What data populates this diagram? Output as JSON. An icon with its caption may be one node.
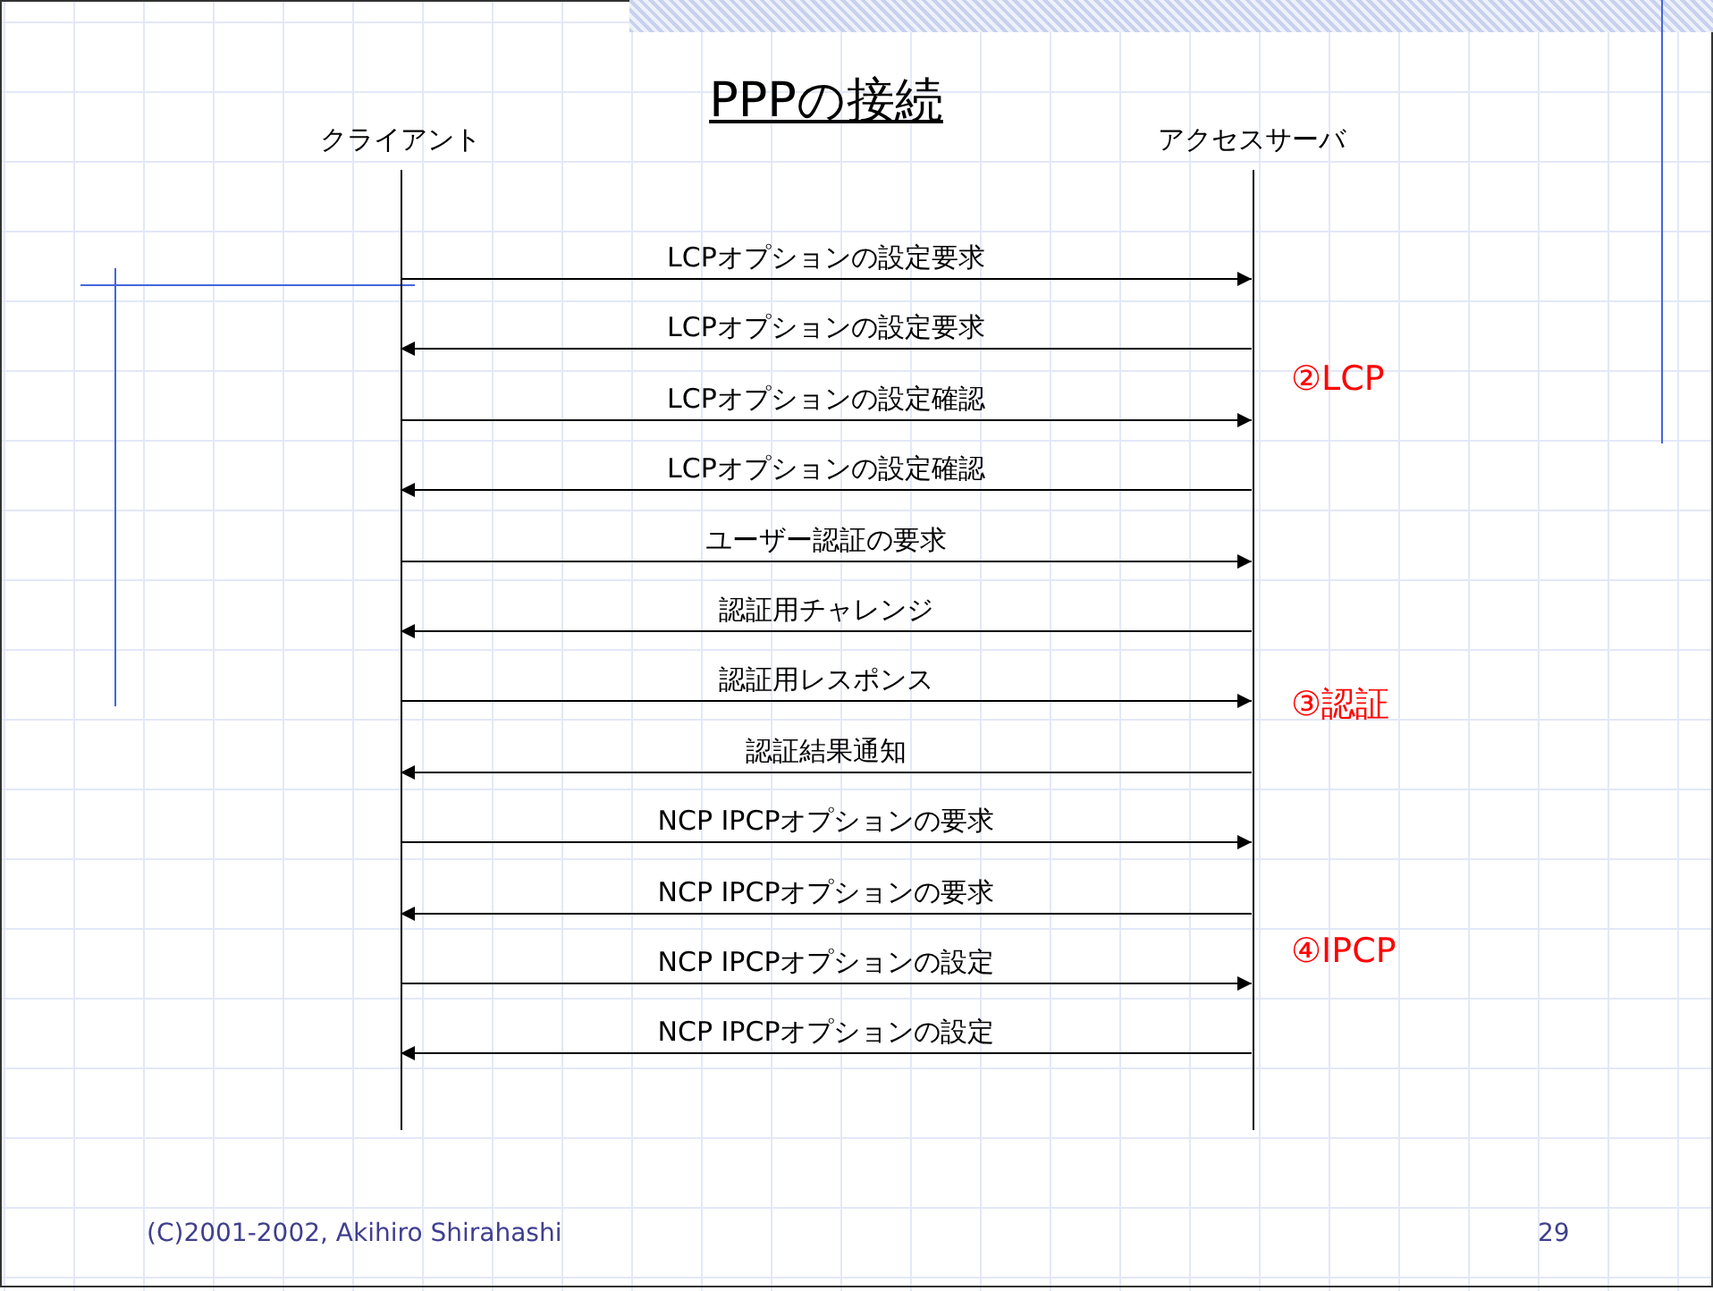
{
  "diagram": {
    "title": "PPPの接続",
    "nodes": [
      {
        "text": [
          "クライアント"
        ]
      },
      {
        "text": [
          "アクセスサーバ"
        ]
      }
    ],
    "edges": [
      {
        "from": 0,
        "to": 1,
        "arrow": "to",
        "label": "LCPオプションの設定要求"
      },
      {
        "from": 1,
        "to": 0,
        "arrow": "to",
        "label": "LCPオプションの設定要求"
      },
      {
        "from": 0,
        "to": 1,
        "arrow": "to",
        "label": "LCPオプションの設定確認"
      },
      {
        "from": 1,
        "to": 0,
        "arrow": "to",
        "label": "LCPオプションの設定確認"
      },
      {
        "from": 0,
        "to": 1,
        "arrow": "to",
        "label": "ユーザー認証の要求"
      },
      {
        "from": 1,
        "to": 0,
        "arrow": "to",
        "label": "認証用チャレンジ"
      },
      {
        "from": 0,
        "to": 1,
        "arrow": "to",
        "label": "認証用レスポンス"
      },
      {
        "from": 1,
        "to": 0,
        "arrow": "to",
        "label": "認証結果通知"
      },
      {
        "from": 0,
        "to": 1,
        "arrow": "to",
        "label": "NCP IPCPオプションの要求"
      },
      {
        "from": 1,
        "to": 0,
        "arrow": "to",
        "label": "NCP IPCPオプションの要求"
      },
      {
        "from": 0,
        "to": 1,
        "arrow": "to",
        "label": "NCP IPCPオプションの設定"
      },
      {
        "from": 1,
        "to": 0,
        "arrow": "to",
        "label": "NCP IPCPオプションの設定"
      }
    ],
    "labels": [
      "②LCP",
      "③認証",
      "④IPCP",
      "(C)2001-2002, Akihiro Shirahashi",
      "29"
    ]
  }
}
